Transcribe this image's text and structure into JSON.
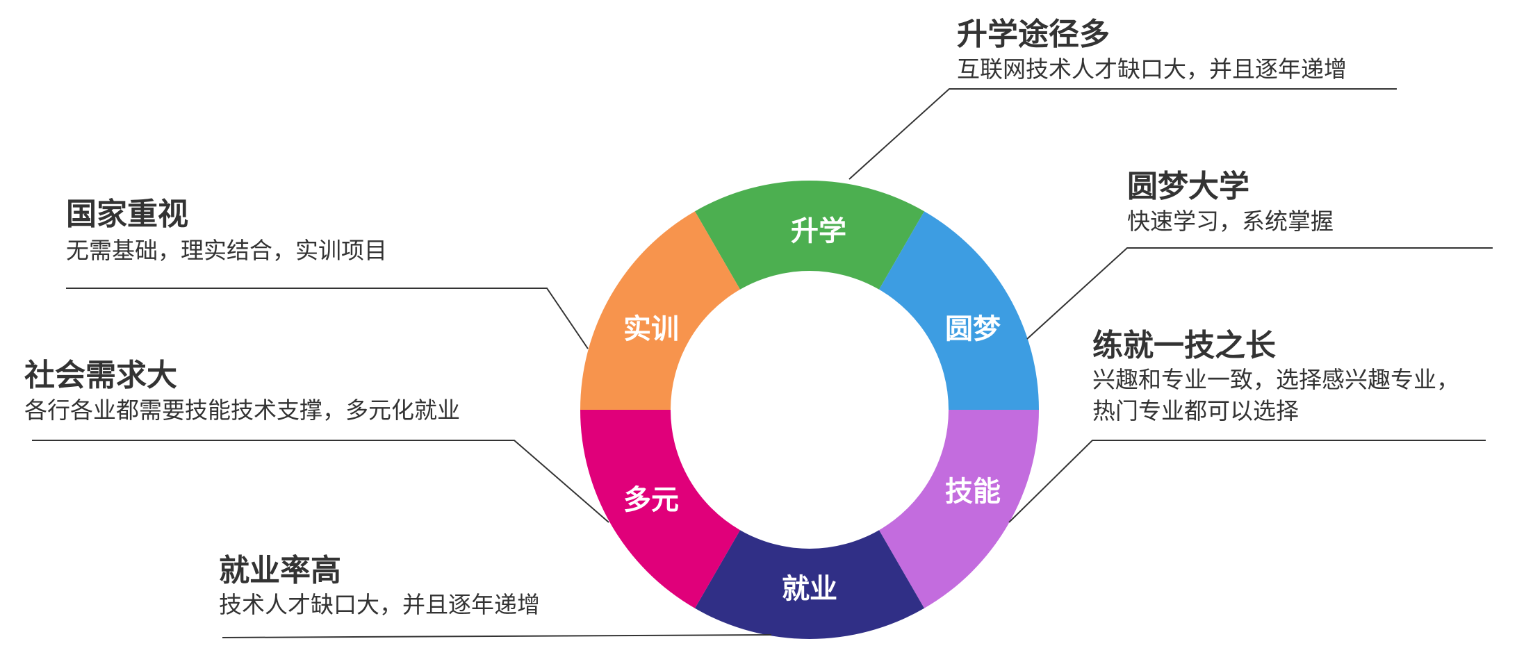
{
  "ring": {
    "segments": [
      {
        "id": "shengxue",
        "label": "升学",
        "color": "#4CAF50"
      },
      {
        "id": "yuanmeng",
        "label": "圆梦",
        "color": "#3D9DE2"
      },
      {
        "id": "jineng",
        "label": "技能",
        "color": "#C36CDE"
      },
      {
        "id": "jiuye",
        "label": "就业",
        "color": "#302F86"
      },
      {
        "id": "duoyuan",
        "label": "多元",
        "color": "#E0007A"
      },
      {
        "id": "shixun",
        "label": "实训",
        "color": "#F7944D"
      }
    ]
  },
  "callouts": {
    "shengxue": {
      "title": "升学途径多",
      "lines": [
        "互联网技术人才缺口大，并且逐年递增"
      ]
    },
    "yuanmeng": {
      "title": "圆梦大学",
      "lines": [
        "快速学习，系统掌握"
      ]
    },
    "jineng": {
      "title": "练就一技之长",
      "lines": [
        "兴趣和专业一致，选择感兴趣专业，",
        "热门专业都可以选择"
      ]
    },
    "jiuye": {
      "title": "就业率高",
      "lines": [
        "技术人才缺口大，并且逐年递增"
      ]
    },
    "duoyuan": {
      "title": "社会需求大",
      "lines": [
        "各行各业都需要技能技术支撑，多元化就业"
      ]
    },
    "shixun": {
      "title": "国家重视",
      "lines": [
        "无需基础，理实结合，实训项目"
      ]
    }
  }
}
